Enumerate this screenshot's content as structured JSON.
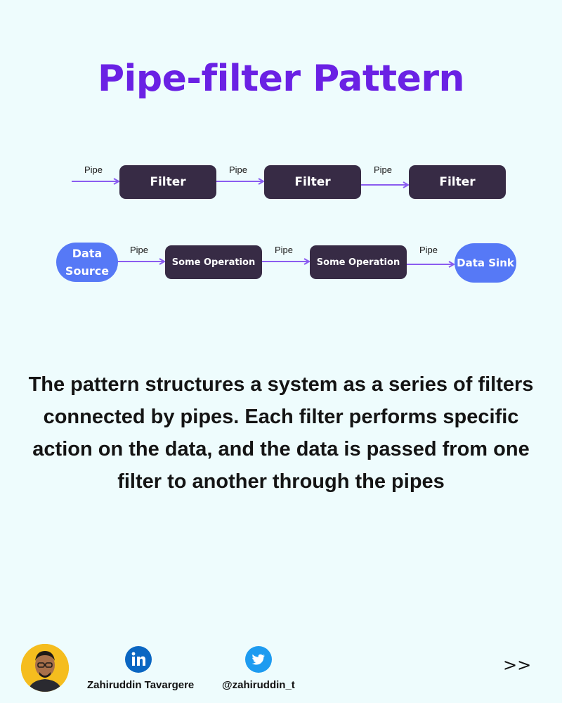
{
  "title": "Pipe-filter Pattern",
  "diagram": {
    "row1": {
      "pipe_labels": [
        "Pipe",
        "Pipe",
        "Pipe"
      ],
      "filters": [
        "Filter",
        "Filter",
        "Filter"
      ]
    },
    "row2": {
      "source": "Data Source",
      "pipe_labels": [
        "Pipe",
        "Pipe",
        "Pipe"
      ],
      "operations": [
        "Some Operation",
        "Some Operation"
      ],
      "sink": "Data Sink"
    }
  },
  "description": "The pattern structures a system as a series of filters connected by pipes. Each filter performs specific action on the data, and the data is passed from one filter to another through the pipes",
  "footer": {
    "author_name": "Zahiruddin Tavargere",
    "twitter_handle": "@zahiruddin_t",
    "next_indicator": ">>"
  },
  "colors": {
    "title": "#6a21e4",
    "box": "#372b45",
    "pill": "#5679f6",
    "arrow": "#8a5cf0",
    "background": "#eefcfd",
    "linkedin": "#0a66c2",
    "twitter": "#1d9bf0"
  },
  "icons": {
    "linkedin": "linkedin-icon",
    "twitter": "twitter-icon",
    "avatar": "avatar"
  }
}
